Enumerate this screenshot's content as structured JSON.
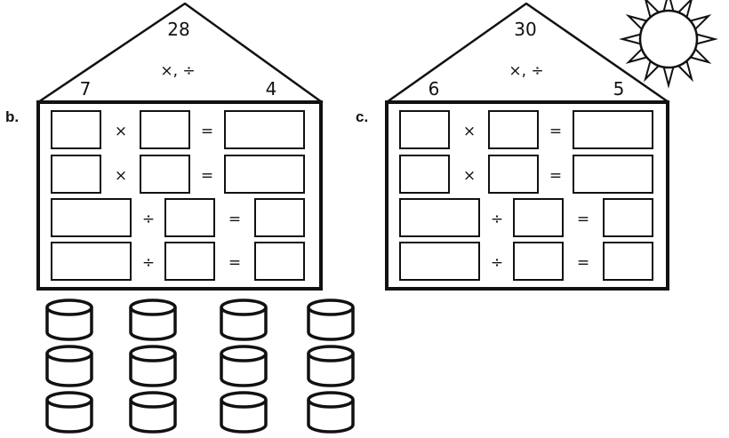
{
  "house_b": {
    "label": "b.",
    "top": "28",
    "ops": "×, ÷",
    "left": "7",
    "right": "4",
    "rows": [
      {
        "op": "×",
        "eq": "="
      },
      {
        "op": "×",
        "eq": "="
      },
      {
        "op": "÷",
        "eq": "="
      },
      {
        "op": "÷",
        "eq": "="
      }
    ]
  },
  "house_c": {
    "label": "c.",
    "top": "30",
    "ops": "×, ÷",
    "left": "6",
    "right": "5",
    "rows": [
      {
        "op": "×",
        "eq": "="
      },
      {
        "op": "×",
        "eq": "="
      },
      {
        "op": "÷",
        "eq": "="
      },
      {
        "op": "÷",
        "eq": "="
      }
    ]
  },
  "counters": {
    "rows": 3,
    "columns": 4,
    "icon": "cylinder-counter-icon"
  },
  "sun": {
    "icon": "sun-icon"
  },
  "colors": {
    "ink": "#111111",
    "paper": "#ffffff"
  }
}
